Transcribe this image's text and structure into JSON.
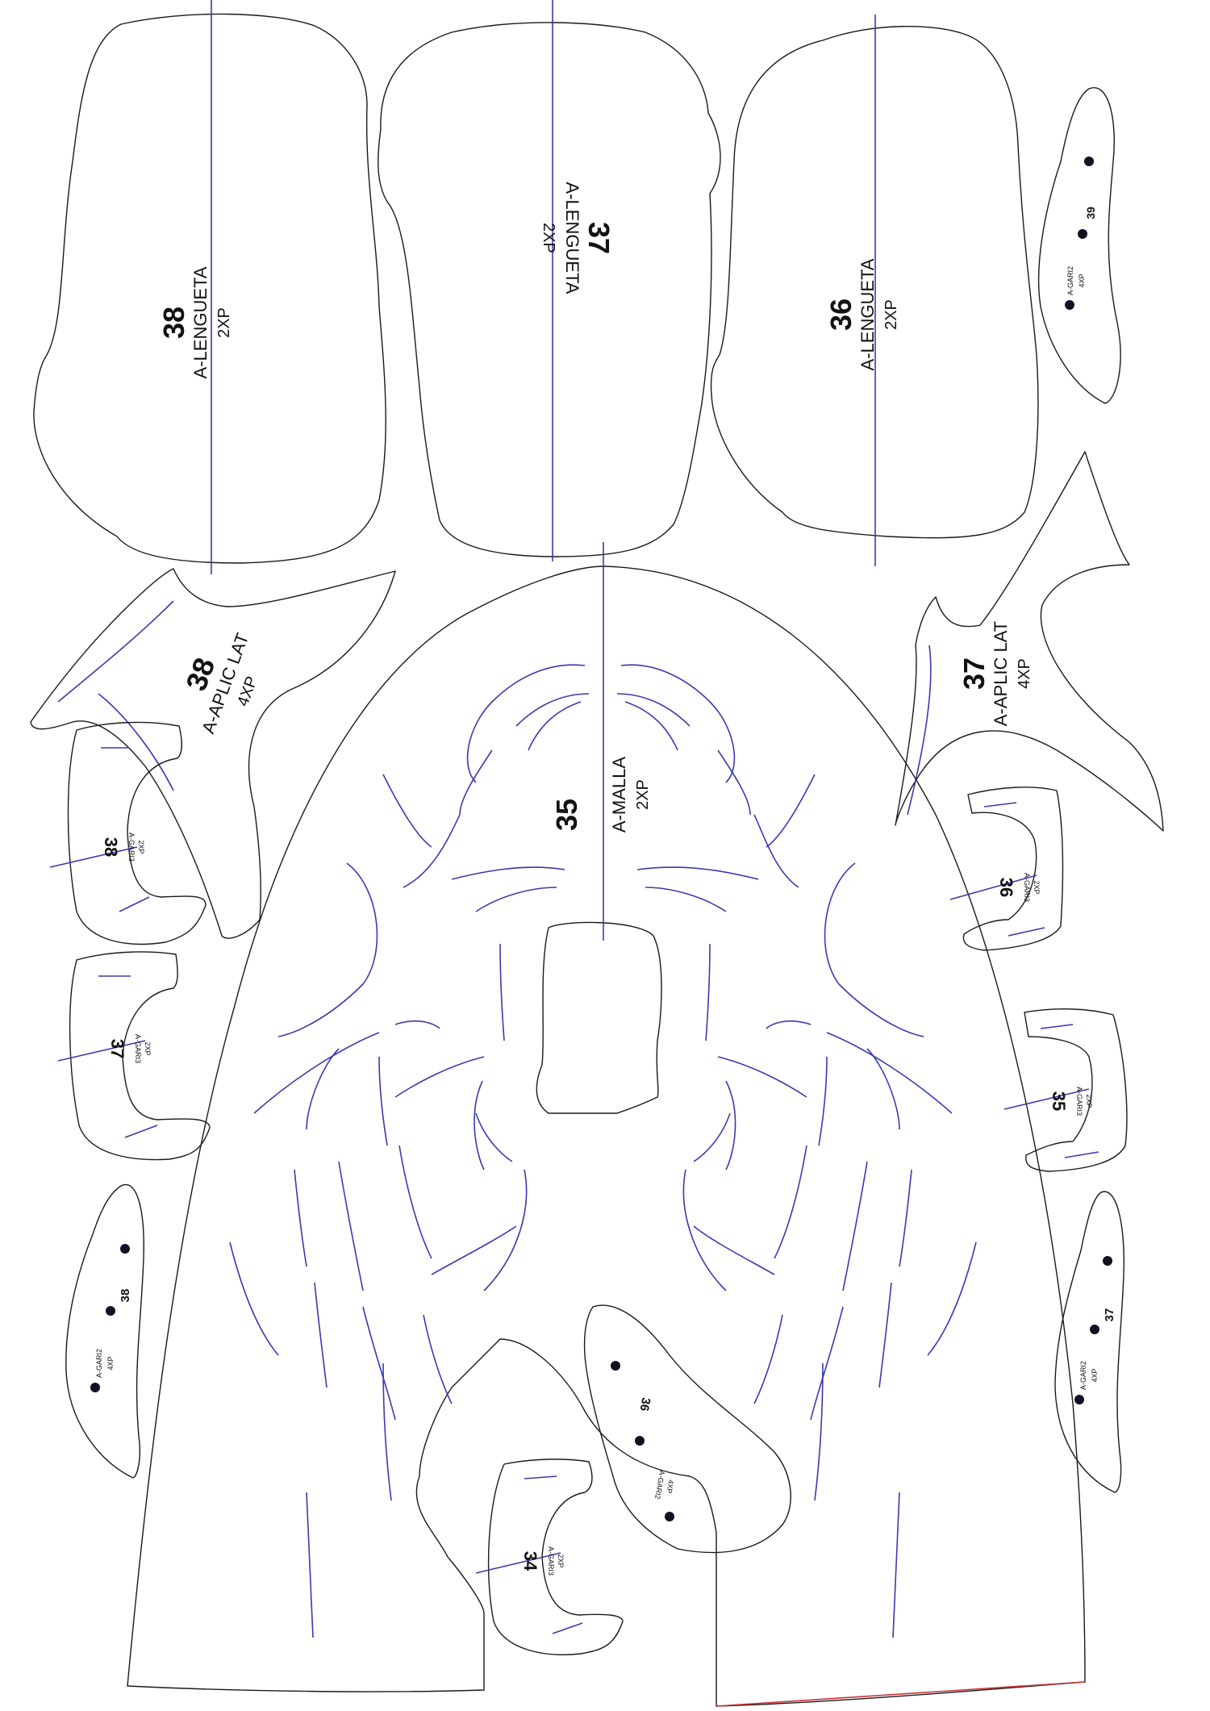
{
  "pieces": {
    "tongue_38": {
      "number": "38",
      "name": "A-LENGUETA",
      "qty": "2XP"
    },
    "tongue_37": {
      "number": "37",
      "name": "A-LENGUETA",
      "qty": "2XP"
    },
    "tongue_36": {
      "number": "36",
      "name": "A-LENGUETA",
      "qty": "2XP"
    },
    "gari2_39": {
      "number": "39",
      "name": "A-GARI2",
      "qty": "4XP"
    },
    "aplic_38": {
      "number": "38",
      "name": "A-APLIC LAT",
      "qty": "4XP"
    },
    "aplic_37": {
      "number": "37",
      "name": "A-APLIC LAT",
      "qty": "4XP"
    },
    "malla_35": {
      "number": "35",
      "name": "A-MALLA",
      "qty": "2XP"
    },
    "gari3_38": {
      "number": "38",
      "name": "A-GARI3",
      "qty": "2XP"
    },
    "gari3_37": {
      "number": "37",
      "name": "A-GARI3",
      "qty": "2XP"
    },
    "gari3_36": {
      "number": "36",
      "name": "A-GARI3",
      "qty": "2XP"
    },
    "gari3_35": {
      "number": "35",
      "name": "A-GARI3",
      "qty": "2XP"
    },
    "gari3_34": {
      "number": "34",
      "name": "A-GARI3",
      "qty": "2XP"
    },
    "gari2_38": {
      "number": "38",
      "name": "A-GARI2",
      "qty": "4XP"
    },
    "gari2_37": {
      "number": "37",
      "name": "A-GARI2",
      "qty": "4XP"
    },
    "gari2_36": {
      "number": "36",
      "name": "A-GARI2",
      "qty": "4XP"
    }
  },
  "colors": {
    "outline": "#1a1a1a",
    "guide_line": "#3a3ab0",
    "slot_stroke": "#4a4ad0",
    "hem_line": "#c8323a",
    "background": "#ffffff"
  }
}
